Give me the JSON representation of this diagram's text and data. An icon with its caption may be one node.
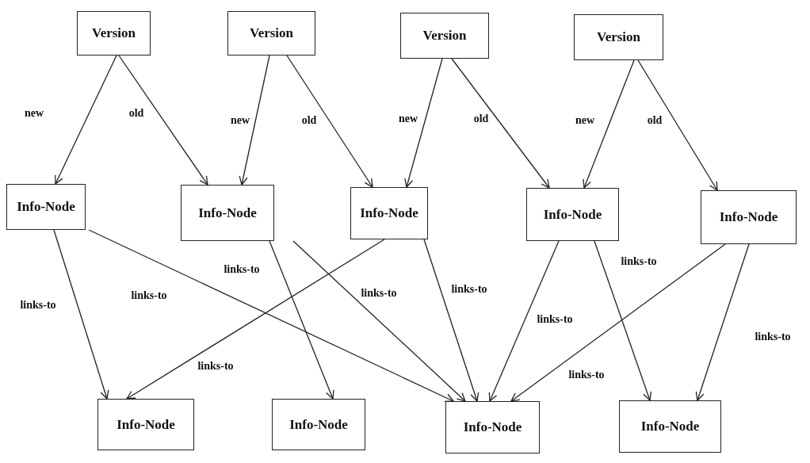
{
  "diagram": {
    "nodes": [
      {
        "text": [
          "Version"
        ]
      },
      {
        "text": [
          "Version"
        ]
      },
      {
        "text": [
          "Version"
        ]
      },
      {
        "text": [
          "Version"
        ]
      },
      {
        "text": [
          "Info-Node"
        ]
      },
      {
        "text": [
          "Info-Node"
        ]
      },
      {
        "text": [
          "Info-Node"
        ]
      },
      {
        "text": [
          "Info-Node"
        ]
      },
      {
        "text": [
          "Info-Node"
        ]
      },
      {
        "text": [
          "Info-Node"
        ]
      },
      {
        "text": [
          "Info-Node"
        ]
      },
      {
        "text": [
          "Info-Node"
        ]
      },
      {
        "text": [
          "Info-Node"
        ]
      }
    ],
    "edges": [
      {
        "from": 0,
        "to": 4,
        "arrow": "to",
        "label": "new"
      },
      {
        "from": 0,
        "to": 5,
        "arrow": "to",
        "label": "old"
      },
      {
        "from": 1,
        "to": 5,
        "arrow": "to",
        "label": "new"
      },
      {
        "from": 1,
        "to": 6,
        "arrow": "to",
        "label": "old"
      },
      {
        "from": 2,
        "to": 6,
        "arrow": "to",
        "label": "new"
      },
      {
        "from": 2,
        "to": 7,
        "arrow": "to",
        "label": "old"
      },
      {
        "from": 3,
        "to": 7,
        "arrow": "to",
        "label": "new"
      },
      {
        "from": 3,
        "to": 8,
        "arrow": "to",
        "label": "old"
      },
      {
        "from": 4,
        "to": 9,
        "arrow": "to",
        "label": "links-to"
      },
      {
        "from": 4,
        "to": 11,
        "arrow": "to",
        "label": "links-to"
      },
      {
        "from": 5,
        "to": 10,
        "arrow": "to",
        "label": "links-to"
      },
      {
        "from": 5,
        "to": 11,
        "arrow": "to",
        "label": "links-to"
      },
      {
        "from": 6,
        "to": 9,
        "arrow": "to",
        "label": "links-to"
      },
      {
        "from": 6,
        "to": 11,
        "arrow": "to",
        "label": "links-to"
      },
      {
        "from": 7,
        "to": 11,
        "arrow": "to",
        "label": "links-to"
      },
      {
        "from": 8,
        "to": 11,
        "arrow": "to",
        "label": "links-to"
      },
      {
        "from": 7,
        "to": 12,
        "arrow": "to",
        "label": "links-to"
      },
      {
        "from": 8,
        "to": 12,
        "arrow": "to",
        "label": "links-to"
      }
    ]
  }
}
